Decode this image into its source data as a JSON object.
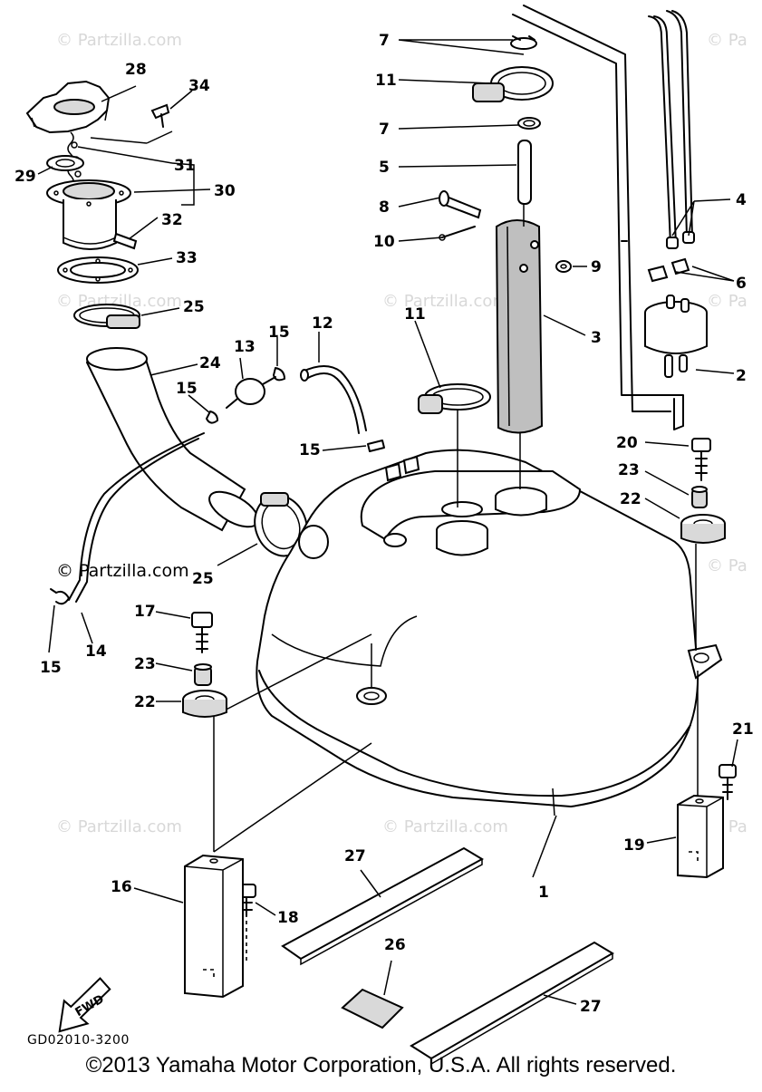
{
  "watermark": "© Partzilla.com",
  "watermark_partial": "© Pa",
  "drawing_code": "GD02010-3200",
  "fwd_label": "FWD",
  "copyright": "©2013  Yamaha Motor Corporation, U.S.A. All rights reserved.",
  "callouts": {
    "c1": "1",
    "c2": "2",
    "c3": "3",
    "c4": "4",
    "c5": "5",
    "c6": "6",
    "c7a": "7",
    "c7b": "7",
    "c8": "8",
    "c9": "9",
    "c10": "10",
    "c11a": "11",
    "c11b": "11",
    "c12": "12",
    "c13": "13",
    "c14": "14",
    "c15a": "15",
    "c15b": "15",
    "c15c": "15",
    "c15d": "15",
    "c16": "16",
    "c17": "17",
    "c18": "18",
    "c19": "19",
    "c20": "20",
    "c21": "21",
    "c22a": "22",
    "c22b": "22",
    "c23a": "23",
    "c23b": "23",
    "c24": "24",
    "c25a": "25",
    "c25b": "25",
    "c26": "26",
    "c27a": "27",
    "c27b": "27",
    "c28": "28",
    "c29": "29",
    "c30": "30",
    "c31": "31",
    "c32": "32",
    "c33": "33",
    "c34": "34"
  }
}
